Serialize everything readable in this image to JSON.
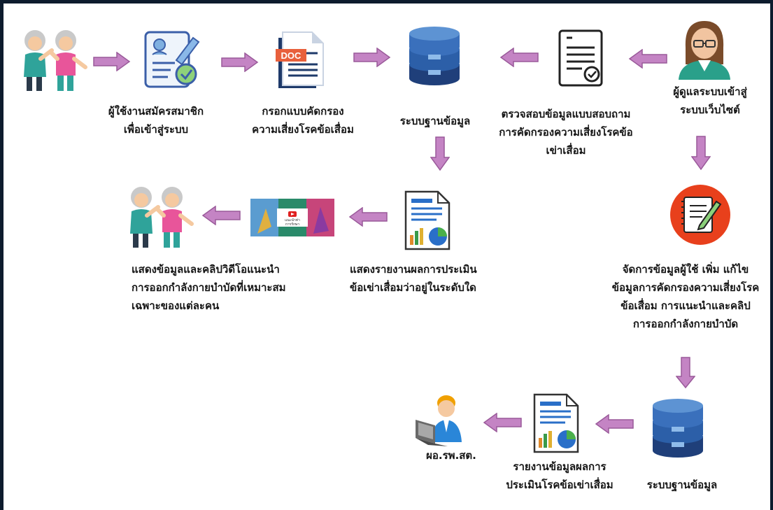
{
  "steps": {
    "register": {
      "line1": "ผู้ใช้งานสมัครสมาชิก",
      "line2": "เพื่อเข้าสู่ระบบ"
    },
    "screening_form": {
      "line1": "กรอกแบบคัดกรอง",
      "line2": "ความเสี่ยงโรคข้อเสื่อม"
    },
    "database_top": {
      "line1": "ระบบฐานข้อมูล"
    },
    "verify": {
      "line1": "ตรวจสอบข้อมูลแบบสอบถาม",
      "line2": "การคัดกรองความเสี่ยงโรคข้อ",
      "line3": "เข่าเสื่อม"
    },
    "admin": {
      "line1": "ผู้ดูแลระบบเข้าสู่",
      "line2": "ระบบเว็บไซต์"
    },
    "show_video": {
      "line1": "แสดงข้อมูลและคลิปวิดีโอแนะนำ",
      "line2": "การออกกำลังกายบำบัดที่เหมาะสม",
      "line3": "เฉพาะของแต่ละคน"
    },
    "show_report": {
      "line1": "แสดงรายงานผลการประเมิน",
      "line2": "ข้อเข่าเสื่อมว่าอยู่ในระดับใด"
    },
    "manage": {
      "line1": "จัดการข้อมูลผู้ใช้  เพิ่ม แก้ไข",
      "line2": "ข้อมูลการคัดกรองความเสี่ยงโรค",
      "line3": "ข้อเสื่อม การแนะนำและคลิป",
      "line4": "การออกกำลังกายบำบัด"
    },
    "director": {
      "line1": "ผอ.รพ.สต."
    },
    "report_bottom": {
      "line1": "รายงานข้อมูลผลการ",
      "line2": "ประเมินโรคข้อเข่าเสื่อม"
    },
    "database_bottom": {
      "line1": "ระบบฐานข้อมูล"
    }
  },
  "doc_badge": "DOC",
  "video_thumb_text": {
    "line1": "แนะนำท่า",
    "line2": "การรักษา"
  },
  "colors": {
    "arrow": "#c484c4",
    "arrow_edge": "#9a5a9a",
    "db_dark": "#1f3f7a",
    "db_mid": "#2c5fa8",
    "db_light": "#4a86c8",
    "border": "#0d1c2e"
  },
  "icons": [
    "elderly-couple-icon",
    "registration-form-icon",
    "doc-file-icon",
    "database-icon",
    "checklist-document-icon",
    "admin-woman-icon",
    "report-chart-icon",
    "video-thumbnail-icon",
    "edit-notepad-icon",
    "director-laptop-icon"
  ]
}
